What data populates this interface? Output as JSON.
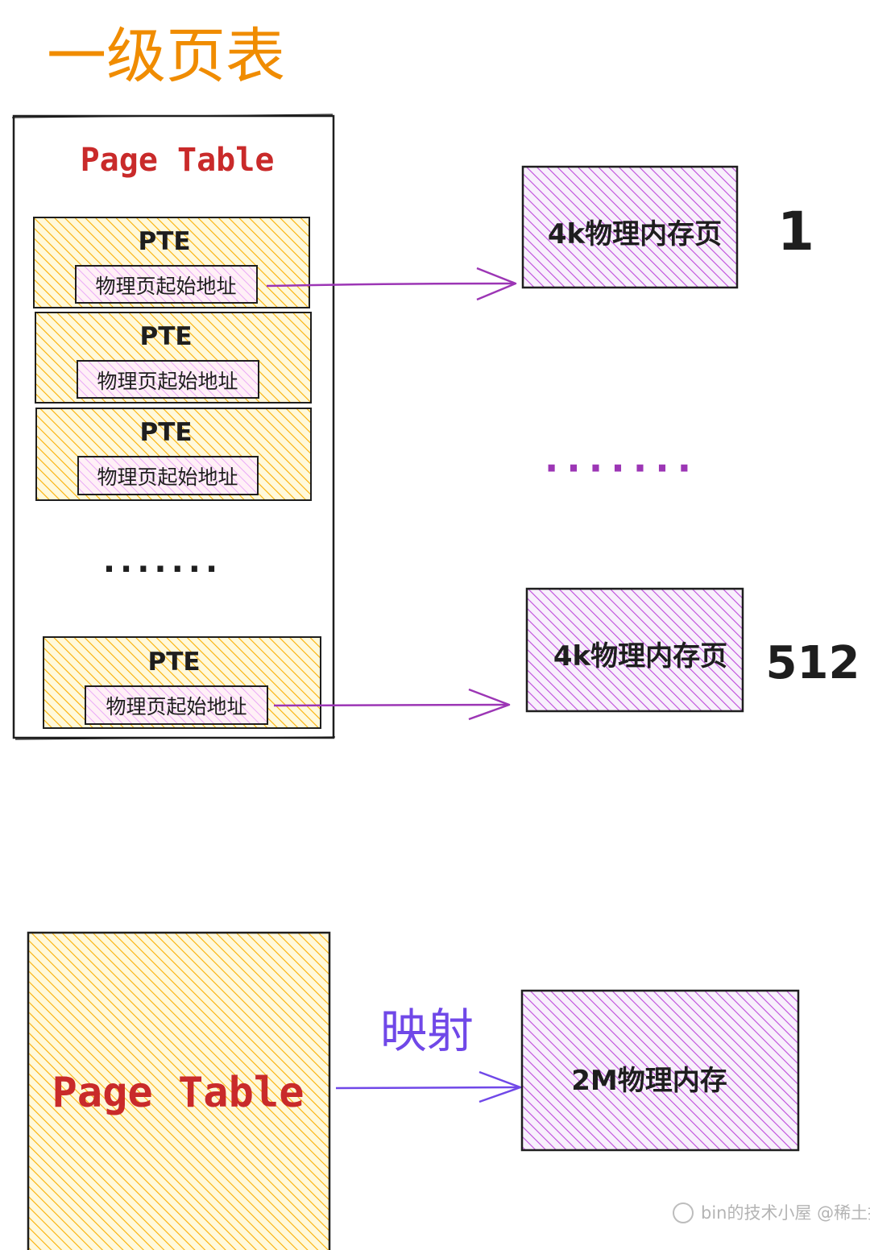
{
  "colors": {
    "title": "#f08c00",
    "page_table_text": "#c92a2a",
    "pte_fill": "#fab005",
    "page_fill": "#be4bdb",
    "arrow": "#9c36b5",
    "mapping": "#7048e8",
    "ink": "#1e1e1e"
  },
  "title": "一级页表",
  "top_table": {
    "label": "Page Table",
    "entries": [
      {
        "pte_label": "PTE",
        "addr_label": "物理页起始地址"
      },
      {
        "pte_label": "PTE",
        "addr_label": "物理页起始地址"
      },
      {
        "pte_label": "PTE",
        "addr_label": "物理页起始地址"
      },
      {
        "pte_label": "PTE",
        "addr_label": "物理页起始地址"
      }
    ],
    "ellipsis": "·······"
  },
  "pages": [
    {
      "label": "4k物理内存页",
      "index": "1"
    },
    {
      "label": "4k物理内存页",
      "index": "512"
    }
  ],
  "pages_ellipsis": "·······",
  "bottom": {
    "table_label": "Page Table",
    "mapping_label": "映射",
    "memory_label": "2M物理内存"
  },
  "watermark": "bin的技术小屋 @稀土掘金技术社区"
}
